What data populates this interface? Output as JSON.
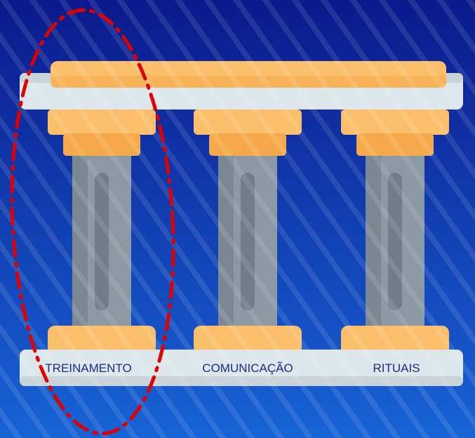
{
  "pillars": [
    {
      "label": "TREINAMENTO"
    },
    {
      "label": "COMUNICAÇÃO"
    },
    {
      "label": "RITUAIS"
    }
  ],
  "highlighted_pillar": "TREINAMENTO",
  "colors": {
    "background_top": "#0b1a8c",
    "background_bottom": "#1763d6",
    "label_text": "#1b2a8a",
    "capital_orange": "#fbbf6b",
    "capital_orange_dark": "#f6a94a",
    "beam_light": "#dde6ea",
    "column_gray": "#8a99a4",
    "column_gray_dark": "#6f7d88",
    "highlight_dash": "#e00000"
  }
}
